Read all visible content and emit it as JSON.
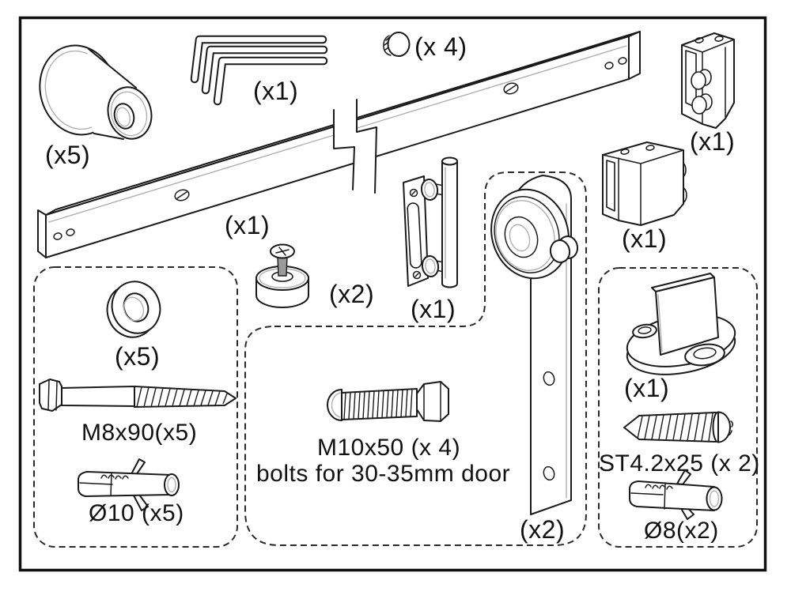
{
  "colors": {
    "line": "#1a1a1a",
    "shade": "#b0b0b0",
    "background": "#ffffff",
    "dashed_box": "#2a2a2a"
  },
  "parts": {
    "wall_spacer": {
      "qty": "(x5)"
    },
    "allen_wrenches": {
      "qty": "(x1)"
    },
    "cap_screws": {
      "qty": "(x 4)"
    },
    "track_rail": {
      "qty": "(x1)"
    },
    "door_stop_a": {
      "qty": "(x1)"
    },
    "door_stop_b": {
      "qty": "(x1)"
    },
    "floor_stopper": {
      "qty": "(x2)"
    },
    "door_handle": {
      "qty": "(x1)"
    },
    "roller_hanger": {
      "qty": "(x2)"
    },
    "washer": {
      "qty": "(x5)"
    },
    "lag_screw": {
      "spec": "M8x90(x5)"
    },
    "wall_anchor_10": {
      "spec": "Ø10 (x5)"
    },
    "door_bolt": {
      "spec": "M10x50 (x 4)",
      "note": "bolts for 30-35mm door"
    },
    "floor_guide": {
      "qty": "(x1)"
    },
    "self_tap_screw": {
      "spec": "ST4.2x25 (x 2)"
    },
    "wall_anchor_8": {
      "spec": "Ø8(x2)"
    }
  }
}
